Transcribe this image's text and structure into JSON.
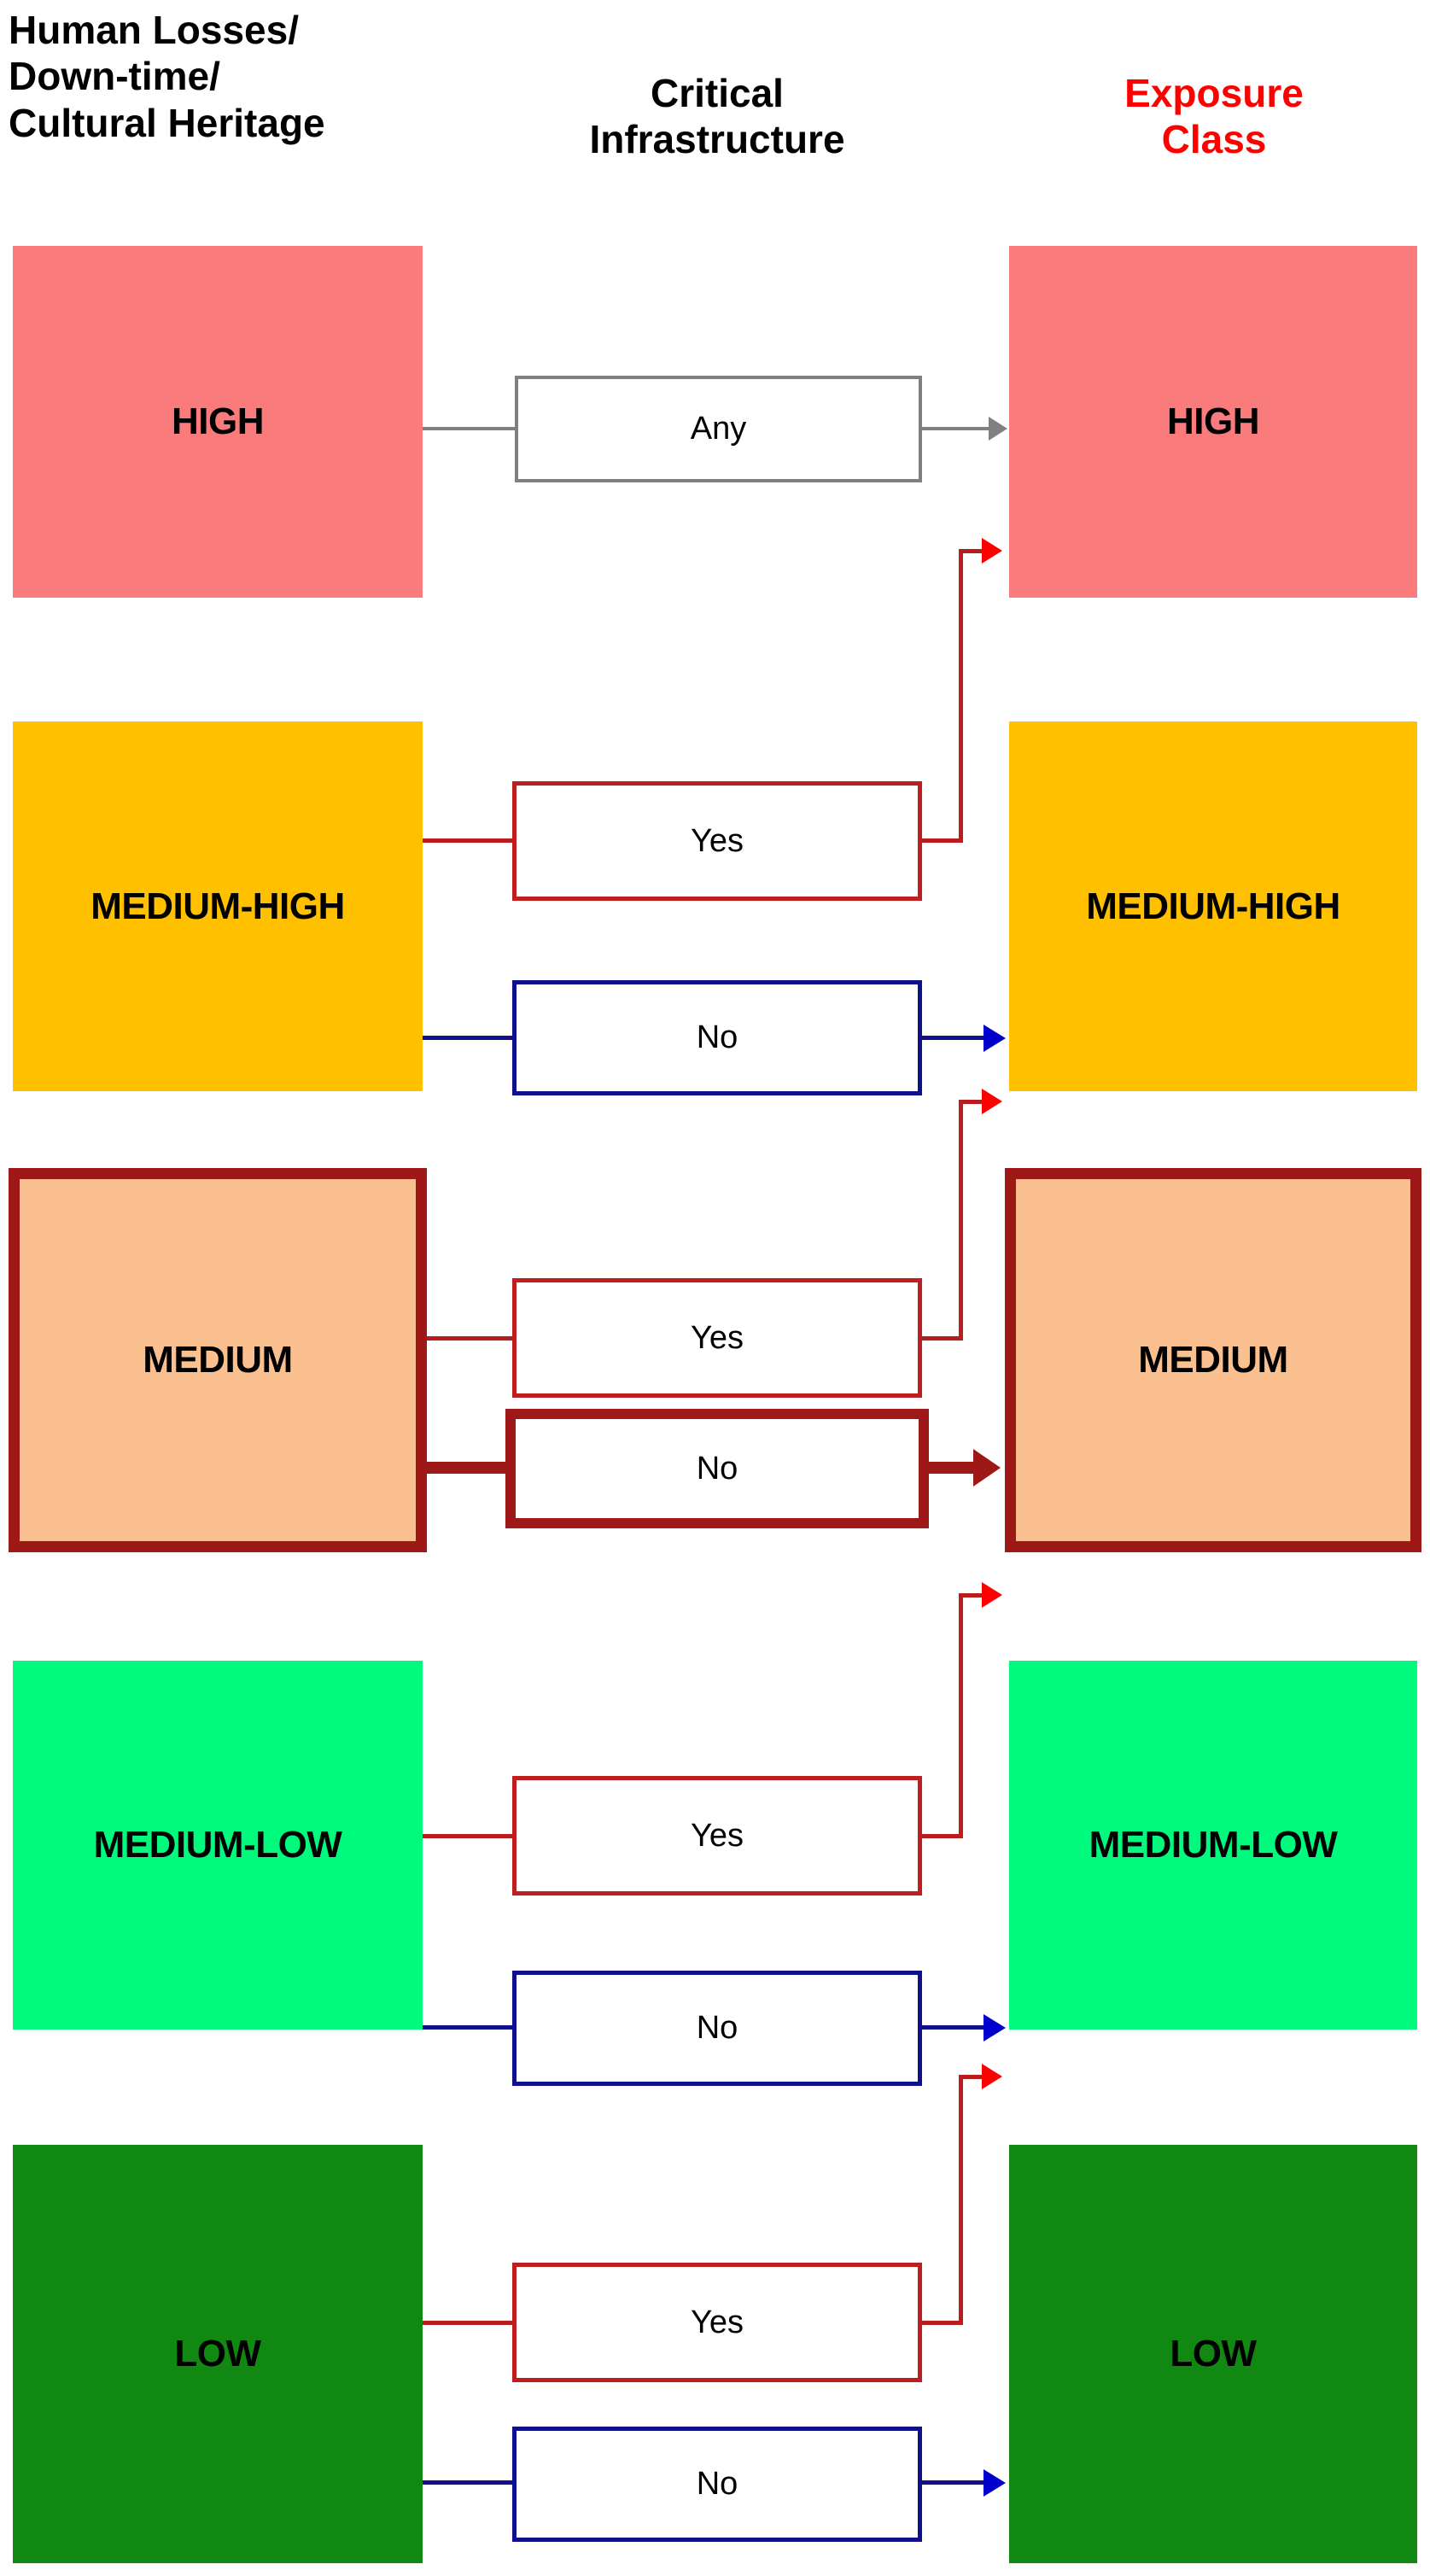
{
  "headers": {
    "left": "Human Losses/\nDown-time/\nCultural Heritage",
    "middle": "Critical\nInfrastructure",
    "right": "Exposure\nClass"
  },
  "colors": {
    "high": "#FA7B7B",
    "medium_high": "#FFC000",
    "medium": "#FAC090",
    "medium_low": "#00FA7D",
    "low": "#118811",
    "exposure_header": "#FF0000",
    "yes_border": "#BE1E1E",
    "no_border": "#10108C",
    "any_border": "#808080",
    "medium_emphasis_border": "#9E1818",
    "red_link": "#FF0000",
    "blue_link": "#0000CC",
    "gray_link": "#808080"
  },
  "rows": [
    {
      "id": "high",
      "input_label": "HIGH",
      "output_label": "HIGH",
      "fill": "#FA7B7B",
      "conditions": [
        {
          "label": "Any",
          "style": "gray",
          "target": "HIGH"
        }
      ]
    },
    {
      "id": "medium-high",
      "input_label": "MEDIUM-HIGH",
      "output_label": "MEDIUM-HIGH",
      "fill": "#FFC000",
      "conditions": [
        {
          "label": "Yes",
          "style": "red",
          "target": "HIGH"
        },
        {
          "label": "No",
          "style": "blue",
          "target": "MEDIUM-HIGH"
        }
      ]
    },
    {
      "id": "medium",
      "input_label": "MEDIUM",
      "output_label": "MEDIUM",
      "fill": "#FAC090",
      "emphasis": true,
      "conditions": [
        {
          "label": "Yes",
          "style": "red",
          "target": "MEDIUM-HIGH"
        },
        {
          "label": "No",
          "style": "redthick",
          "target": "MEDIUM"
        }
      ]
    },
    {
      "id": "medium-low",
      "input_label": "MEDIUM-LOW",
      "output_label": "MEDIUM-LOW",
      "fill": "#00FA7D",
      "conditions": [
        {
          "label": "Yes",
          "style": "red",
          "target": "MEDIUM"
        },
        {
          "label": "No",
          "style": "blue",
          "target": "MEDIUM-LOW"
        }
      ]
    },
    {
      "id": "low",
      "input_label": "LOW",
      "output_label": "LOW",
      "fill": "#118811",
      "conditions": [
        {
          "label": "Yes",
          "style": "red",
          "target": "MEDIUM-LOW"
        },
        {
          "label": "No",
          "style": "blue",
          "target": "LOW"
        }
      ]
    }
  ],
  "decision_labels": {
    "any": "Any",
    "yes": "Yes",
    "no": "No"
  }
}
